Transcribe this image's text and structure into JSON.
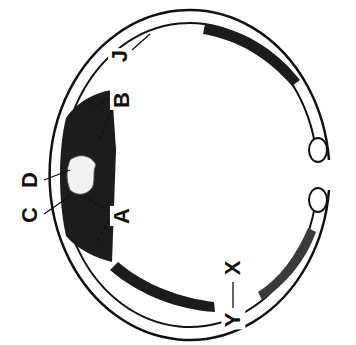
{
  "diagram": {
    "labels": [
      "C",
      "D",
      "J",
      "B",
      "A",
      "X",
      "Y"
    ]
  }
}
